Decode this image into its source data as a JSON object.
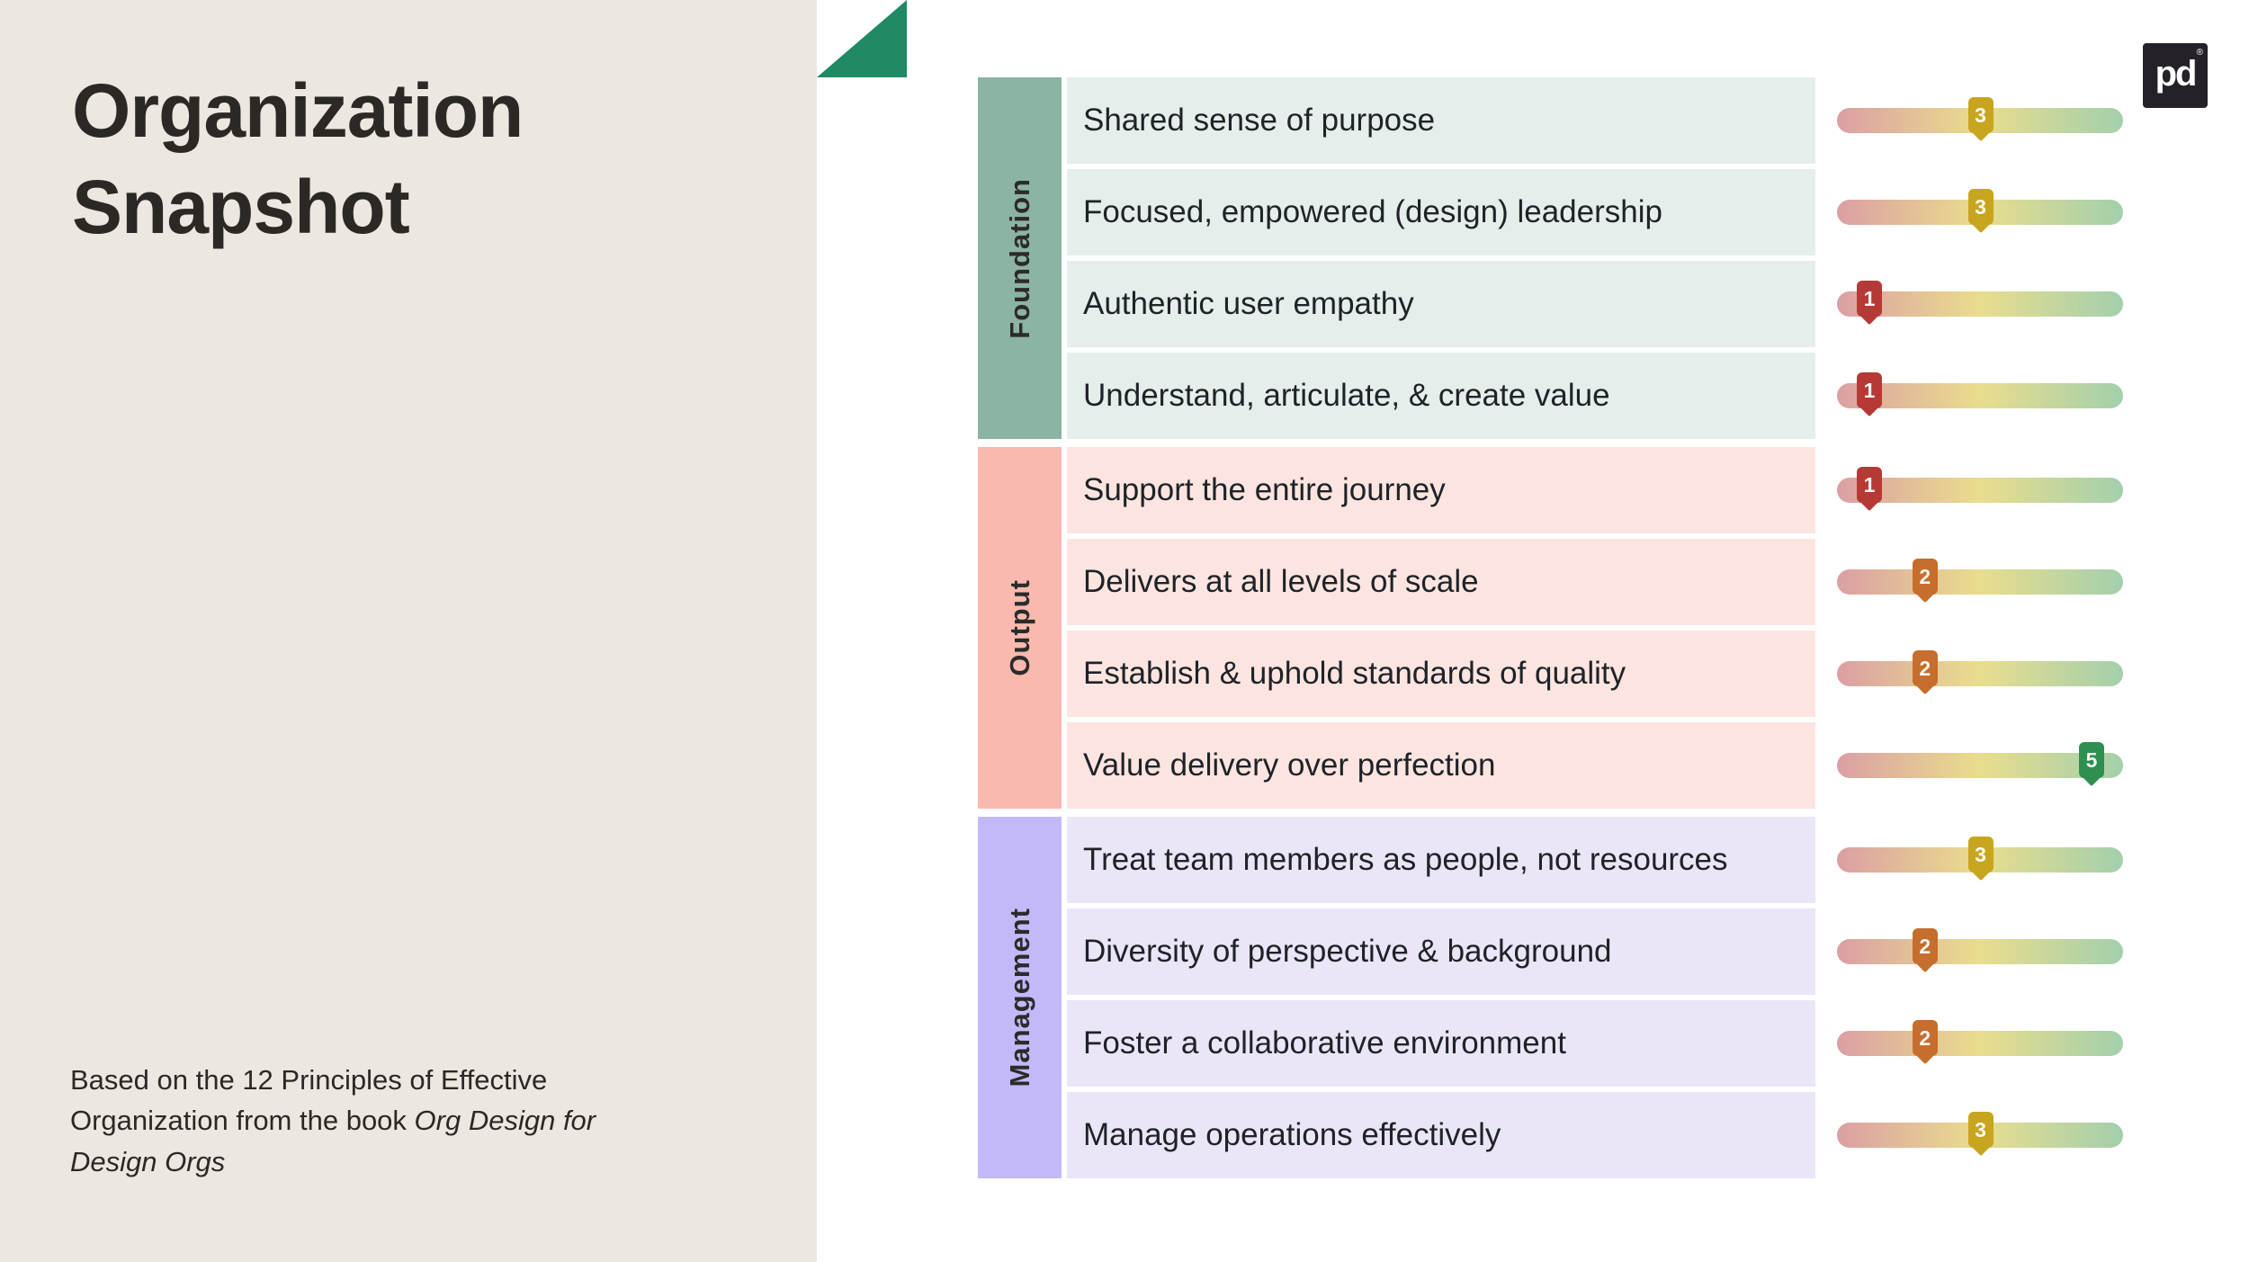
{
  "title": "Organization Snapshot",
  "footnote": {
    "prefix": "Based on the 12 Principles of Effective Organization from the book ",
    "book_title": "Org Design for Design Orgs"
  },
  "logo": {
    "text": "pd",
    "registered_mark": "®"
  },
  "colors": {
    "left_panel": "#ECE7E0",
    "corner_triangle": "#1F8A64",
    "title_text": "#2B2826",
    "row_text": "#1F2227",
    "logo_background": "#242128"
  },
  "slider": {
    "min": 1,
    "max": 5,
    "track_colors": [
      "#DB9FA4",
      "#E9DD8D",
      "#A3CFAD"
    ],
    "value_colors": {
      "1": "#B73936",
      "2": "#C56E2D",
      "3": "#C8A51F",
      "5": "#2E8F50"
    }
  },
  "sections": [
    {
      "label": "Foundation",
      "label_color": "#8CB4A2",
      "row_color": "#E5EEEA",
      "rows": [
        {
          "label": "Shared sense of purpose",
          "value": 3
        },
        {
          "label": "Focused, empowered (design) leadership",
          "value": 3
        },
        {
          "label": "Authentic user empathy",
          "value": 1
        },
        {
          "label": "Understand, articulate, & create value",
          "value": 1
        }
      ]
    },
    {
      "label": "Output",
      "label_color": "#F9B9AE",
      "row_color": "#FCE5E1",
      "rows": [
        {
          "label": "Support the entire journey",
          "value": 1
        },
        {
          "label": "Delivers at all levels of scale",
          "value": 2
        },
        {
          "label": "Establish & uphold standards of quality",
          "value": 2
        },
        {
          "label": "Value delivery over perfection",
          "value": 5
        }
      ]
    },
    {
      "label": "Management",
      "label_color": "#C4B9F8",
      "row_color": "#EAE6F8",
      "rows": [
        {
          "label": "Treat team members as people, not resources",
          "value": 3
        },
        {
          "label": "Diversity of perspective & background",
          "value": 2
        },
        {
          "label": "Foster a collaborative environment",
          "value": 2
        },
        {
          "label": "Manage operations effectively",
          "value": 3
        }
      ]
    }
  ]
}
